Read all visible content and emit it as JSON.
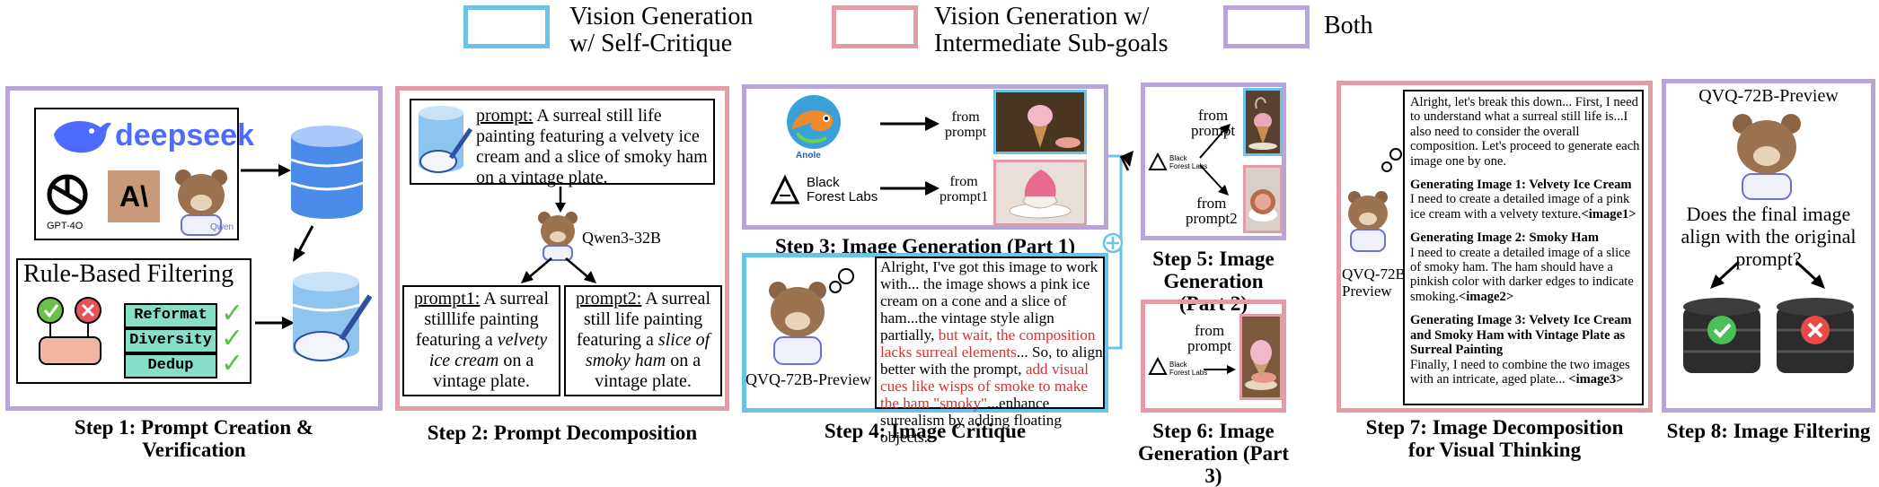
{
  "legend": {
    "blue_label": "Vision Generation\nw/ Self-Critique",
    "pink_label": "Vision Generation w/\nIntermediate Sub-goals",
    "purple_label": "Both"
  },
  "colors": {
    "blue": "#6cc3e8",
    "pink": "#e39ca6",
    "purple": "#b8a4db",
    "red_text": "#d93232",
    "tag_green": "#86e0c9"
  },
  "step1": {
    "brand_deepseek": "deepseek",
    "brand_gpt4o": "GPT-4O",
    "brand_anthropic": "A\\",
    "brand_qwen": "Qwen",
    "filter_title": "Rule-Based Filtering",
    "tags": [
      "Reformat",
      "Diversity",
      "Dedup"
    ],
    "check": "✓",
    "caption": "Step 1: Prompt Creation &\nVerification"
  },
  "step2": {
    "prompt_label": "prompt:",
    "prompt_text": " A surreal still life painting featuring a velvety ice cream and a slice of smoky ham on a vintage plate.",
    "model": "Qwen3-32B",
    "p1_label": "prompt1:",
    "p1_a": " A surreal stilllife painting featuring a ",
    "p1_i": "velvety ice cream",
    "p1_b": " on a vintage plate.",
    "p2_label": "prompt2:",
    "p2_a": " A surreal still life painting featuring a ",
    "p2_i": "slice of smoky ham",
    "p2_b": " on a vintage plate.",
    "caption": "Step 2: Prompt Decomposition"
  },
  "step3": {
    "model_a": "Anole",
    "model_b": "Black\nForest Labs",
    "from_a": "from\nprompt",
    "from_b": "from\nprompt1",
    "caption": "Step 3: Image Generation (Part 1)"
  },
  "step4": {
    "model": "QVQ-72B-Preview",
    "t1": "Alright, I've got this image to work with... the image shows a pink ice cream on a cone and a slice of ham...the vintage style align partially, ",
    "t2": "but wait, the composition lacks surreal elements",
    "t3": "... So, to align better with the prompt, ",
    "t4": "add visual cues like wisps of smoke to make the ham \"smoky\"",
    "t5": "...enhance surrealism by adding floating objects...",
    "caption": "Step 4: Image Critique"
  },
  "step5": {
    "brand": "Black\nForest Labs",
    "from_a": "from\nprompt",
    "from_b": "from\nprompt2",
    "caption": "Step 5: Image\nGeneration (Part 2)"
  },
  "step6": {
    "brand": "Black\nForest Labs",
    "from": "from\nprompt",
    "caption": "Step 6: Image\nGeneration (Part 3)"
  },
  "step7": {
    "model": "QVQ-72B-\nPreview",
    "intro": "Alright, let's break this down... First, I need to understand what a surreal still life is...I also need to consider the overall composition. Let's proceed to generate each image one by one.",
    "h1": "Generating Image 1: Velvety Ice Cream",
    "b1": "I need to create a detailed image of a pink ice cream with a velvety texture.",
    "tag1": "<image1>",
    "h2": "Generating Image 2: Smoky Ham",
    "b2": "I need to create a detailed image of a slice of smoky ham. The ham should have a pinkish color with darker edges to indicate smoking.",
    "tag2": "<image2>",
    "h3": "Generating Image 3: Velvety Ice Cream and Smoky Ham with Vintage Plate as Surreal Painting",
    "b3": "Finally, I need to combine the two images with an intricate, aged plate... ",
    "tag3": "<image3>",
    "caption": "Step 7: Image Decomposition\nfor Visual Thinking"
  },
  "step8": {
    "model": "QVQ-72B-Preview",
    "question": "Does the final image align with the original prompt?",
    "caption": "Step 8: Image Filtering"
  }
}
